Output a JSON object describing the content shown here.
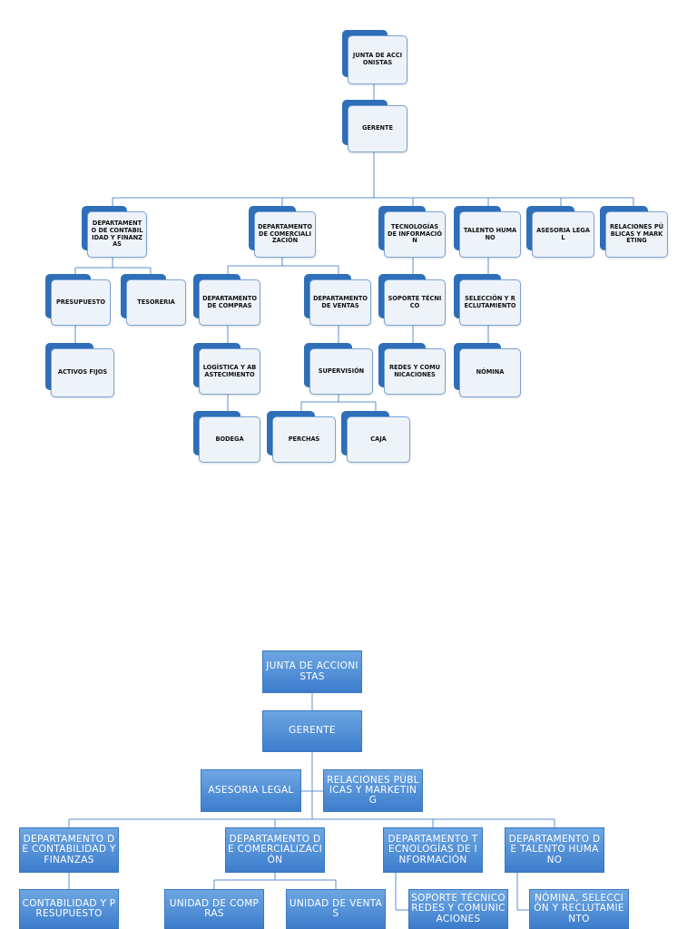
{
  "chart1": {
    "nodes": {
      "junta": "JUNTA DE ACCIONISTAS",
      "gerente": "GERENTE",
      "contabilidad": "DEPARTAMENTO DE CONTABILIDAD Y FINANZAS",
      "comercializacion": "DEPARTAMENTO DE COMERCIALIZACIÓN",
      "tecnologias": "TECNOLOGÍAS DE INFORMACIÓN",
      "talento": "TALENTO HUMANO",
      "asesoria": "ASESORIA LEGAL",
      "relaciones": "RELACIONES PÚBLICAS Y MARKETING",
      "presupuesto": "PRESUPUESTO",
      "tesoreria": "TESORERIA",
      "activos": "ACTIVOS FIJOS",
      "compras": "DEPARTAMENTO DE COMPRAS",
      "ventas": "DEPARTAMENTO DE VENTAS",
      "logistica": "LOGÍSTICA Y ABASTECIMIENTO",
      "bodega": "BODEGA",
      "supervision": "SUPERVISIÓN",
      "perchas": "PERCHAS",
      "caja": "CAJA",
      "soporte": "SOPORTE TÉCNICO",
      "redes": "REDES Y COMUNICACIONES",
      "seleccion": "SELECCIÓN Y RECLUTAMIENTO",
      "nomina": "NÓMINA"
    }
  },
  "chart2": {
    "nodes": {
      "junta": "JUNTA DE ACCIONISTAS",
      "gerente": "GERENTE",
      "asesoria": "ASESORIA LEGAL",
      "relaciones": "RELACIONES PÚBLICAS Y MARKETING",
      "contabilidad": "DEPARTAMENTO DE CONTABILIDAD Y FINANZAS",
      "comercializacion": "DEPARTAMENTO DE COMERCIALIZACIÓN",
      "tecnologias": "DEPARTAMENTO TECNOLOGÍAS DE INFORMACIÓN",
      "talento": "DEPARTAMENTO DE TALENTO HUMANO",
      "contab_presupuesto": "CONTABILIDAD Y PRESUPUESTO",
      "compras": "UNIDAD DE COMPRAS",
      "ventas": "UNIDAD DE VENTAS",
      "soporte": "SOPORTE TÉCNICO REDES Y COMUNICACIONES",
      "nomina": "NÓMINA, SELECCIÓN Y RECLUTAMIENTO"
    }
  },
  "colors": {
    "accent_dark": "#2f6fba",
    "box_light": "#eef3fa",
    "box2_fill": "#4a8ad6",
    "connector": "#5b8fd0"
  }
}
